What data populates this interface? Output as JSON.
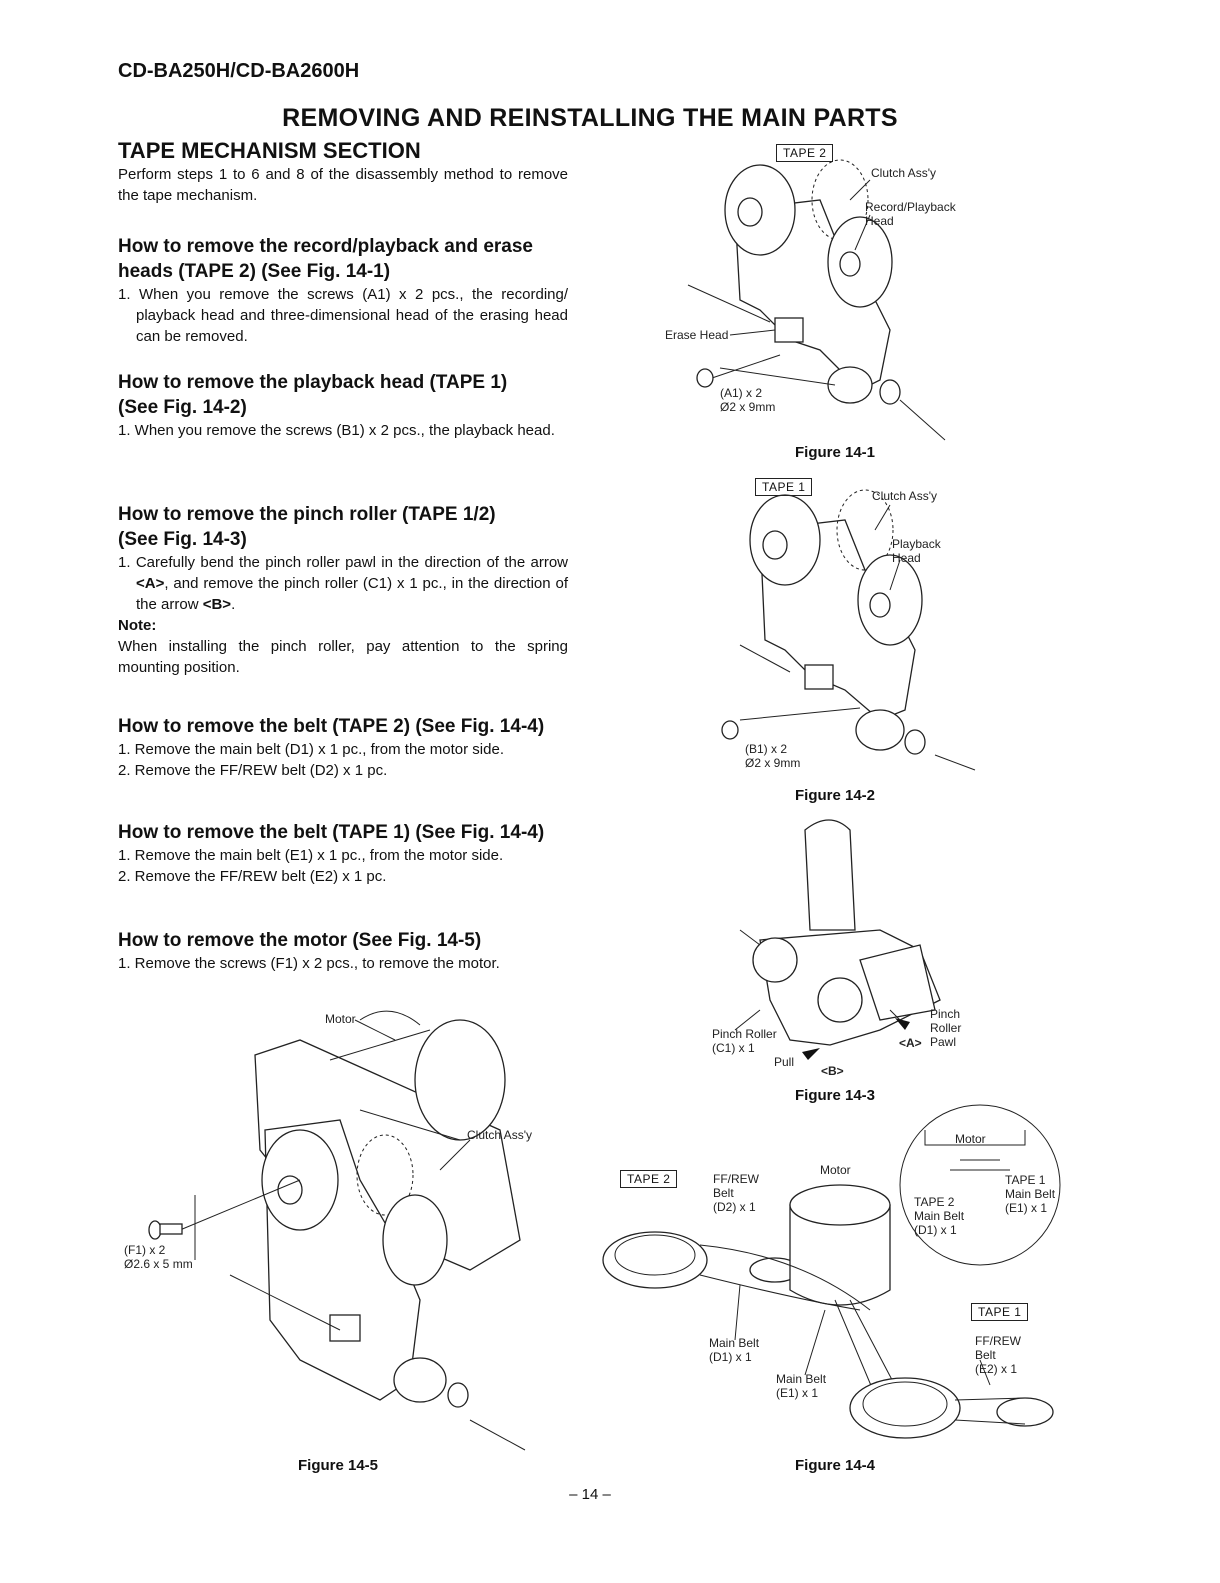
{
  "header": {
    "model": "CD-BA250H/CD-BA2600H"
  },
  "title": "REMOVING AND REINSTALLING THE MAIN PARTS",
  "section": {
    "title": "TAPE MECHANISM SECTION",
    "intro": "Perform steps 1 to 6 and 8 of the disassembly method to remove the tape mechanism."
  },
  "procedures": [
    {
      "heading_1": "How to remove the record/playback and erase",
      "heading_2": "heads (TAPE 2) (See Fig. 14-1)",
      "steps": [
        "1. When you remove the screws  (A1) x 2 pcs., the recording/ playback head and three-dimensional head of the erasing head can be removed."
      ]
    },
    {
      "heading_1": "How to remove the playback head (TAPE 1)",
      "heading_2": "(See Fig. 14-2)",
      "steps": [
        "1. When you remove the screws  (B1) x 2 pcs., the playback head."
      ]
    },
    {
      "heading_1": "How to remove the pinch roller (TAPE 1/2)",
      "heading_2": "(See Fig. 14-3)",
      "step_a": "1. Carefully bend the pinch roller pawl in the direction of the arrow ",
      "arrow_a": "<A>",
      "step_b": ", and remove the pinch roller (C1) x 1 pc., in the direction of the arrow ",
      "arrow_b": "<B>",
      "step_end": ".",
      "note_label": "Note:",
      "note": "When installing the pinch roller, pay attention to the spring mounting position."
    },
    {
      "heading": "How to remove the belt (TAPE 2) (See Fig. 14-4)",
      "steps": [
        "1. Remove the main belt (D1) x 1 pc., from the motor side.",
        "2. Remove the FF/REW belt (D2) x 1 pc."
      ]
    },
    {
      "heading": "How to remove the belt (TAPE 1) (See Fig. 14-4)",
      "steps": [
        "1. Remove the main belt (E1) x 1 pc., from the motor side.",
        "2. Remove the FF/REW belt (E2) x 1 pc."
      ]
    },
    {
      "heading": "How to remove the motor (See Fig. 14-5)",
      "steps": [
        "1. Remove the screws (F1) x 2 pcs., to remove the motor."
      ]
    }
  ],
  "figures": {
    "fig1": {
      "caption": "Figure 14-1",
      "tape": "TAPE 2",
      "clutch": "Clutch Ass'y",
      "head_1": "Record/Playback",
      "head_2": "Head",
      "erase": "Erase Head",
      "screw_1": "(A1) x 2",
      "screw_2": "Ø2 x 9mm"
    },
    "fig2": {
      "caption": "Figure 14-2",
      "tape": "TAPE 1",
      "clutch": "Clutch Ass'y",
      "head_1": "Playback",
      "head_2": "Head",
      "screw_1": "(B1) x 2",
      "screw_2": "Ø2 x 9mm"
    },
    "fig3": {
      "caption": "Figure 14-3",
      "roller_1": "Pinch Roller",
      "roller_2": "(C1) x 1",
      "pull": "Pull",
      "arrow_a": "<A>",
      "arrow_b": "<B>",
      "pawl_1": "Pinch",
      "pawl_2": "Roller",
      "pawl_3": "Pawl"
    },
    "fig4": {
      "caption": "Figure 14-4",
      "tape2": "TAPE 2",
      "tape1": "TAPE 1",
      "ffrew_d_1": "FF/REW",
      "ffrew_d_2": "Belt",
      "ffrew_d_3": "(D2) x 1",
      "motor": "Motor",
      "inset_motor": "Motor",
      "inset_t2_1": "TAPE 2",
      "inset_t2_2": "Main Belt",
      "inset_t2_3": "(D1) x 1",
      "inset_t1_1": "TAPE 1",
      "inset_t1_2": "Main Belt",
      "inset_t1_3": "(E1) x 1",
      "main_d_1": "Main Belt",
      "main_d_2": "(D1) x 1",
      "main_e_1": "Main Belt",
      "main_e_2": "(E1) x 1",
      "ffrew_e_1": "FF/REW",
      "ffrew_e_2": "Belt",
      "ffrew_e_3": "(E2) x 1"
    },
    "fig5": {
      "caption": "Figure 14-5",
      "motor": "Motor",
      "clutch": "Clutch Ass'y",
      "screw_1": "(F1) x 2",
      "screw_2": "Ø2.6 x 5 mm"
    }
  },
  "page_number": "– 14 –"
}
